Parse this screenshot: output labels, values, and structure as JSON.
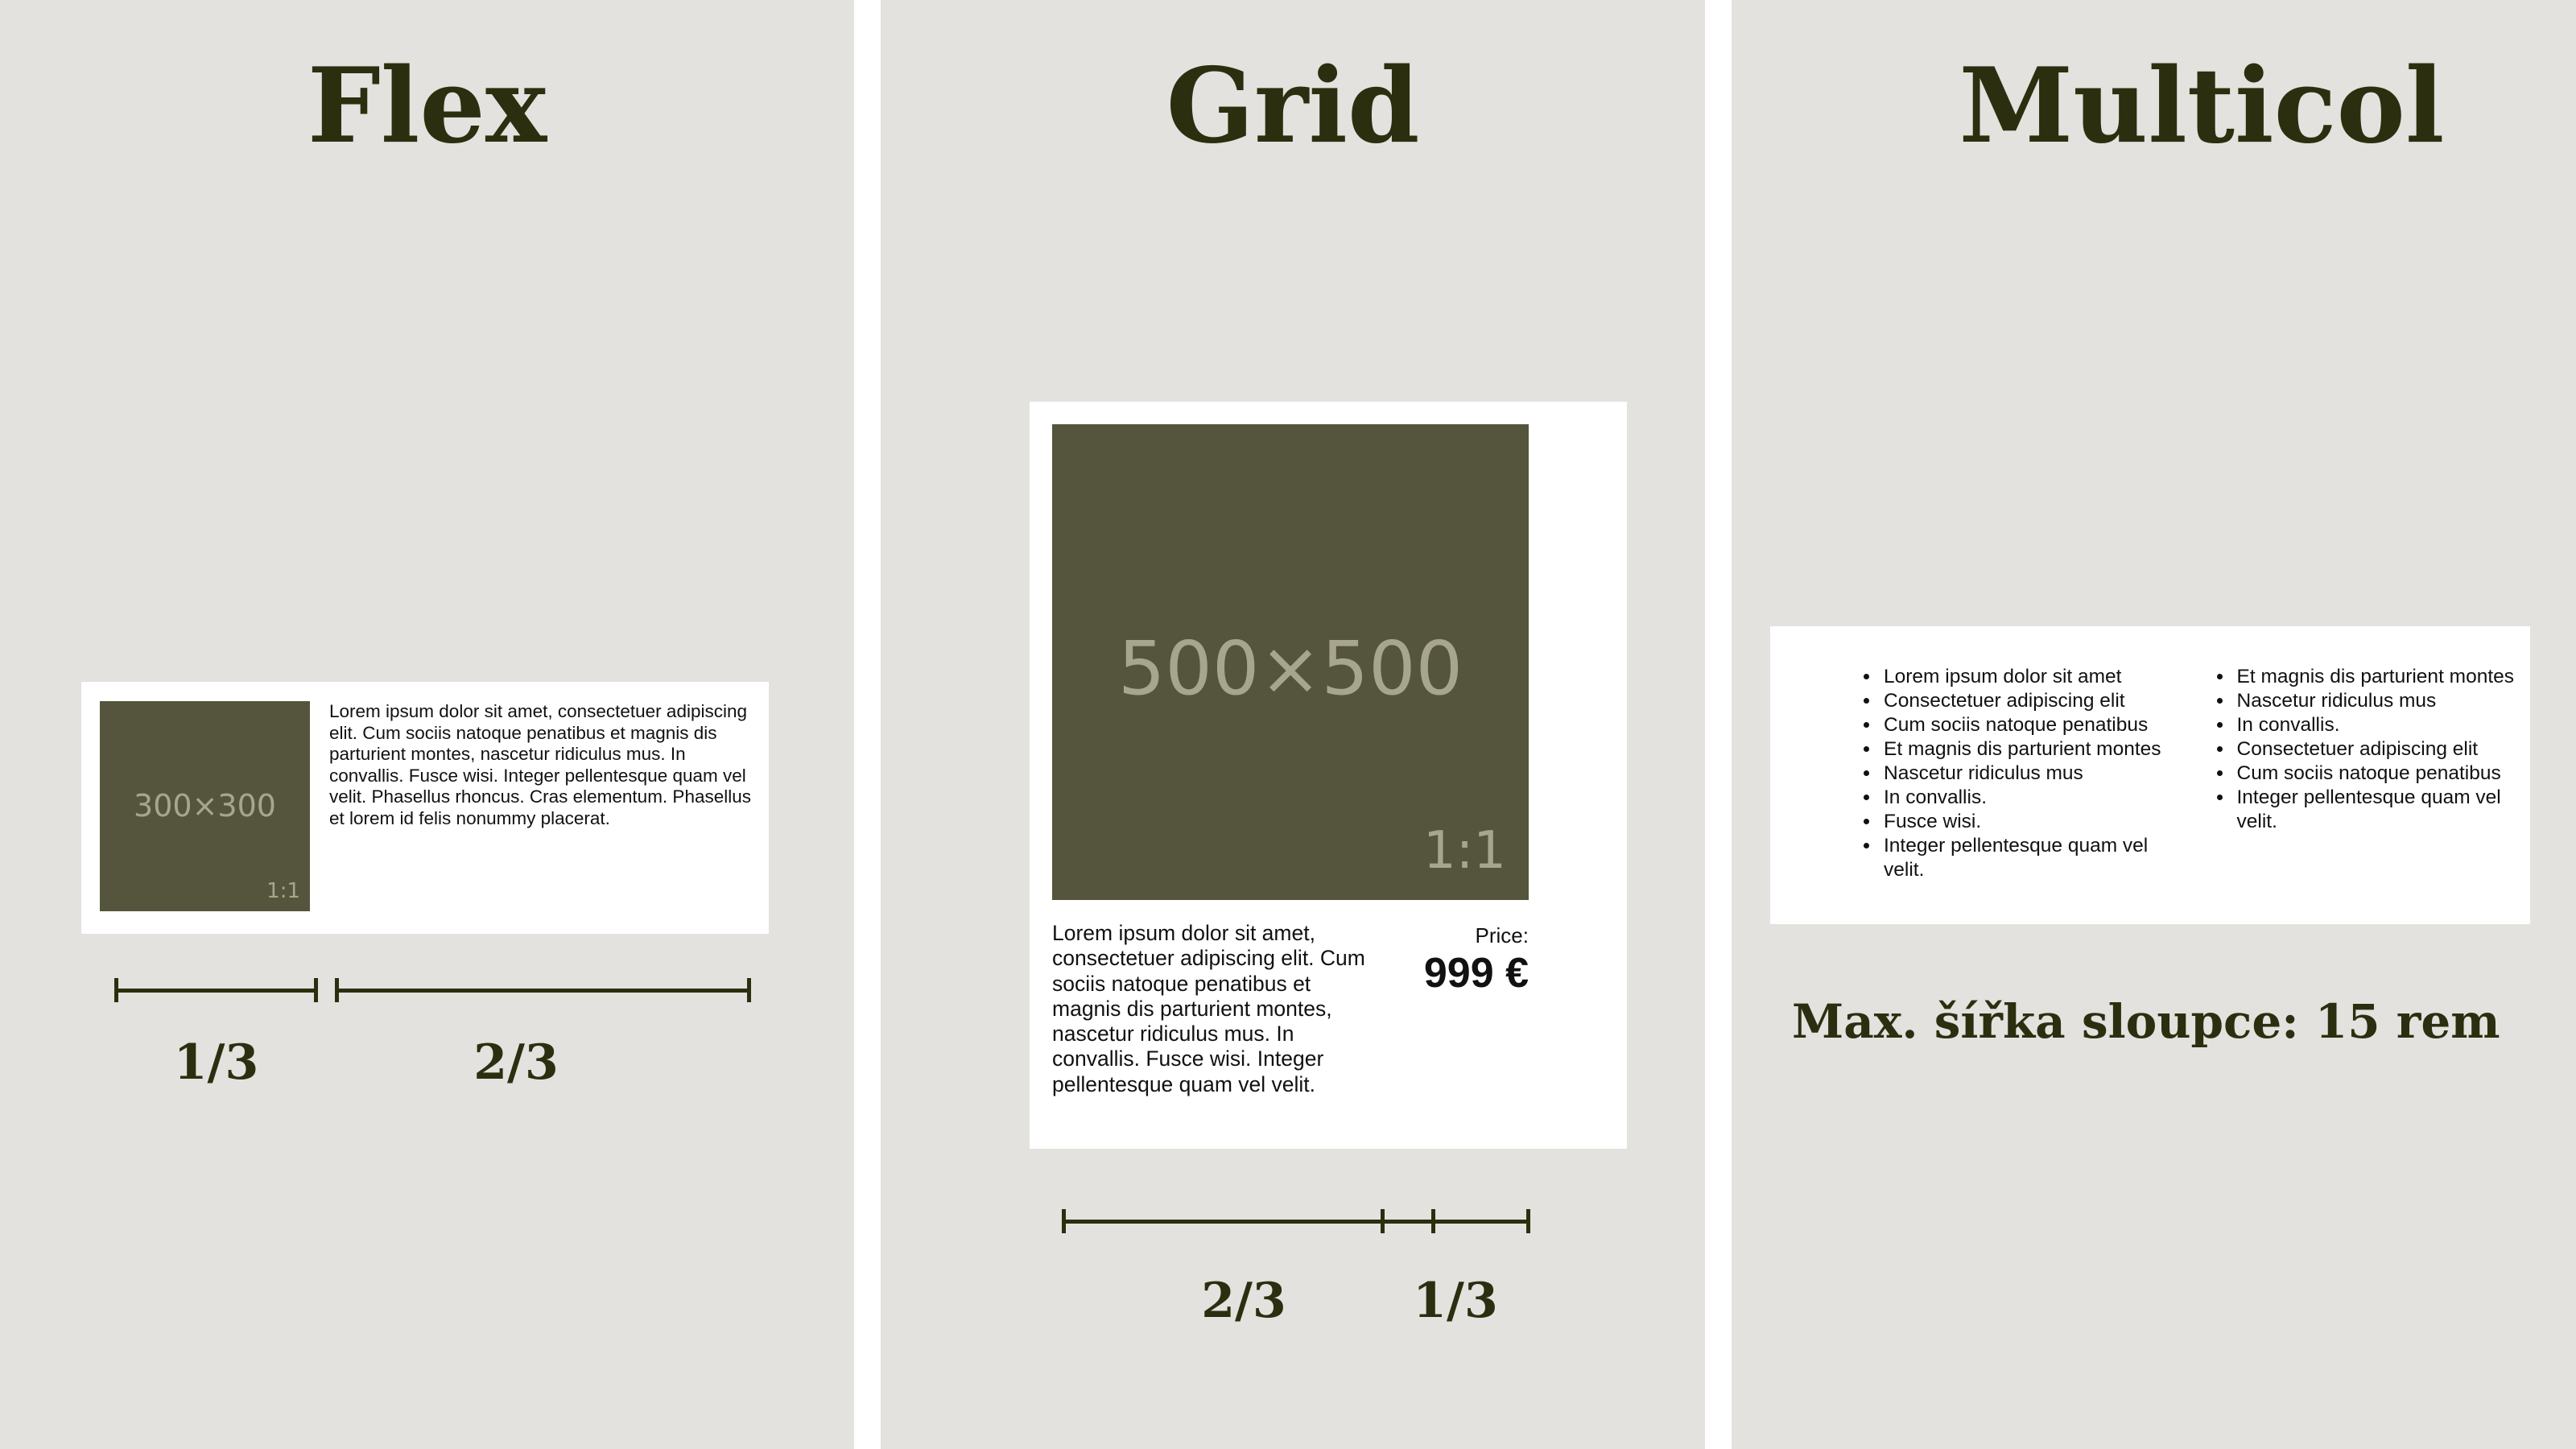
{
  "flex": {
    "heading": "Flex",
    "card": {
      "image_size": "300×300",
      "image_ratio": "1:1",
      "text": "Lorem ipsum dolor sit amet, consectetuer adipiscing elit. Cum sociis natoque penatibus et magnis dis parturient montes, nascetur ridiculus mus. In convallis. Fusce wisi. Integer pellentesque quam vel velit. Phasellus rhoncus. Cras elementum. Phasellus et lorem id felis nonummy placerat."
    },
    "measures": [
      {
        "label": "1/3"
      },
      {
        "label": "2/3"
      }
    ]
  },
  "grid": {
    "heading": "Grid",
    "card": {
      "image_size": "500×500",
      "image_ratio": "1:1",
      "text": "Lorem ipsum dolor sit amet, consectetuer adipiscing elit. Cum sociis natoque penatibus et magnis dis parturient montes, nascetur ridiculus mus. In convallis. Fusce wisi. Integer pellentesque quam vel velit.",
      "price_label": "Price:",
      "price_value": "999 €"
    },
    "measures": [
      {
        "label": "2/3"
      },
      {
        "label": "1/3"
      }
    ]
  },
  "multicol": {
    "heading": "Multicol",
    "items": [
      "Lorem ipsum dolor sit amet",
      "Consectetuer adipiscing elit",
      "Cum sociis natoque penatibus",
      "Et magnis dis parturient montes",
      "Nascetur ridiculus mus",
      "In convallis.",
      "Fusce wisi.",
      "Integer pellentesque quam vel velit.",
      "Et magnis dis parturient montes",
      "Nascetur ridiculus mus",
      "In convallis.",
      "Consectetuer adipiscing elit",
      "Cum sociis natoque penatibus",
      "Integer pellentesque quam vel velit."
    ],
    "note": "Max. šířka sloupce: 15 rem"
  },
  "colors": {
    "background": "#e3e2de",
    "divider": "#ffffff",
    "heading": "#2c2f0f",
    "placeholder_fill": "#55553d",
    "placeholder_text": "#a7a58e",
    "card": "#ffffff"
  }
}
